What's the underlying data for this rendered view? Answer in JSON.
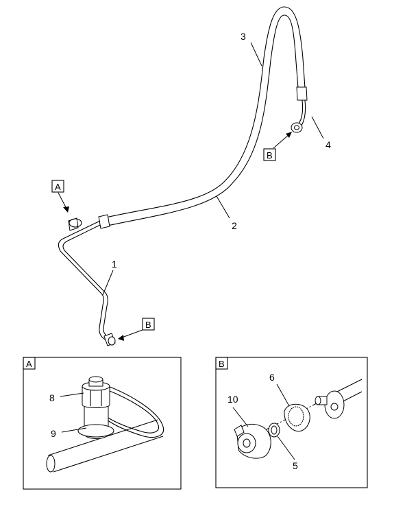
{
  "callouts": [
    "1",
    "2",
    "3",
    "4",
    "5",
    "6",
    "8",
    "9",
    "10"
  ],
  "view_refs": {
    "a": "A",
    "b": "B"
  },
  "detail_a": {
    "tag": "A",
    "callouts": [
      "8",
      "9"
    ]
  },
  "detail_b": {
    "tag": "B",
    "callouts": [
      "6",
      "10",
      "5"
    ]
  }
}
